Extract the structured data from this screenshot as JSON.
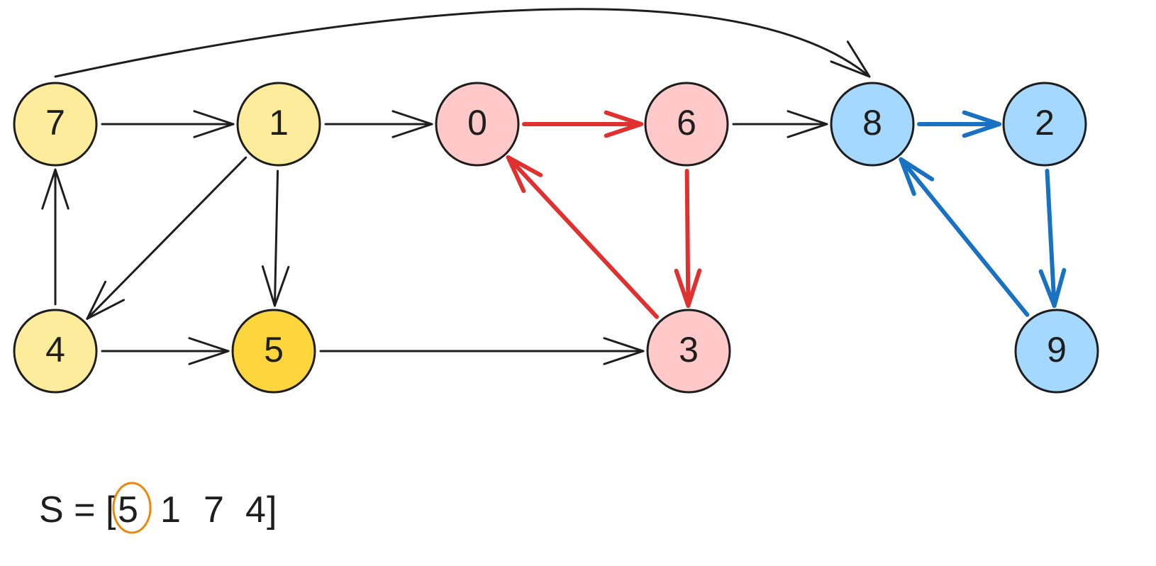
{
  "colors": {
    "stroke": "#1e1e1e",
    "yellow": "#fdec9b",
    "yellow_highlight": "#fdd53c",
    "pink": "#ffc9c9",
    "blue": "#a5d8ff",
    "red_edge": "#e03131",
    "blue_edge": "#1971c2",
    "stack_marker": "#e8890c"
  },
  "nodes": [
    {
      "id": "7",
      "label": "7",
      "fill": "yellow"
    },
    {
      "id": "1",
      "label": "1",
      "fill": "yellow"
    },
    {
      "id": "0",
      "label": "0",
      "fill": "pink"
    },
    {
      "id": "6",
      "label": "6",
      "fill": "pink"
    },
    {
      "id": "8",
      "label": "8",
      "fill": "blue"
    },
    {
      "id": "2",
      "label": "2",
      "fill": "blue"
    },
    {
      "id": "4",
      "label": "4",
      "fill": "yellow"
    },
    {
      "id": "5",
      "label": "5",
      "fill": "yellow_highlight"
    },
    {
      "id": "3",
      "label": "3",
      "fill": "pink"
    },
    {
      "id": "9",
      "label": "9",
      "fill": "blue"
    }
  ],
  "edges": [
    {
      "from": "7",
      "to": "1",
      "color": "black"
    },
    {
      "from": "1",
      "to": "0",
      "color": "black"
    },
    {
      "from": "0",
      "to": "6",
      "color": "red"
    },
    {
      "from": "6",
      "to": "8",
      "color": "black"
    },
    {
      "from": "8",
      "to": "2",
      "color": "blue"
    },
    {
      "from": "7",
      "to": "8",
      "color": "black"
    },
    {
      "from": "1",
      "to": "4",
      "color": "black"
    },
    {
      "from": "1",
      "to": "5",
      "color": "black"
    },
    {
      "from": "4",
      "to": "7",
      "color": "black"
    },
    {
      "from": "4",
      "to": "5",
      "color": "black"
    },
    {
      "from": "5",
      "to": "3",
      "color": "black"
    },
    {
      "from": "6",
      "to": "3",
      "color": "red"
    },
    {
      "from": "3",
      "to": "0",
      "color": "red"
    },
    {
      "from": "2",
      "to": "9",
      "color": "blue"
    },
    {
      "from": "9",
      "to": "8",
      "color": "blue"
    }
  ],
  "stack": {
    "prefix": "S = [",
    "items": [
      "5",
      "1",
      "7",
      "4"
    ],
    "suffix": "]",
    "circled_index": 0
  }
}
